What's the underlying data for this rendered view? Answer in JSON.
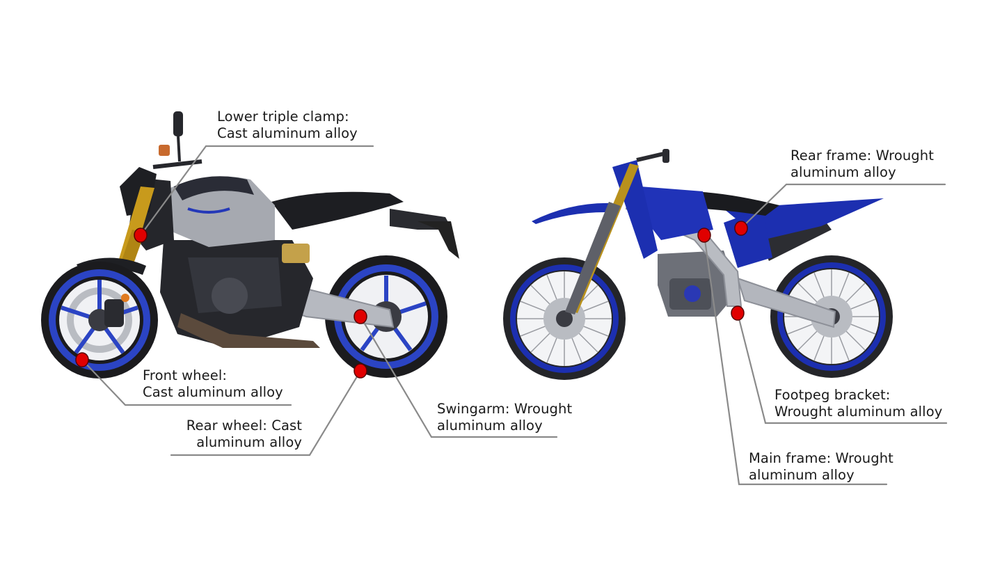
{
  "colors": {
    "marker": "#e00000",
    "leader": "#8a8a8a",
    "street_blue": "#2438b8",
    "mx_blue": "#1c2fb0",
    "gold_fork": "#c89a1c",
    "silver": "#b9bcc2",
    "dark": "#1d1e22"
  },
  "labels": {
    "lower_triple_clamp": {
      "line1": "Lower triple clamp:",
      "line2": "Cast aluminum alloy"
    },
    "front_wheel": {
      "line1": "Front wheel:",
      "line2": "Cast aluminum alloy"
    },
    "rear_wheel": {
      "line1": "Rear wheel: Cast",
      "line2": "aluminum alloy"
    },
    "swingarm": {
      "line1": "Swingarm: Wrought",
      "line2": "aluminum alloy"
    },
    "rear_frame": {
      "line1": "Rear frame: Wrought",
      "line2": "aluminum alloy"
    },
    "footpeg_bracket": {
      "line1": "Footpeg bracket:",
      "line2": "Wrought aluminum alloy"
    },
    "main_frame": {
      "line1": "Main frame: Wrought",
      "line2": "aluminum alloy"
    }
  }
}
